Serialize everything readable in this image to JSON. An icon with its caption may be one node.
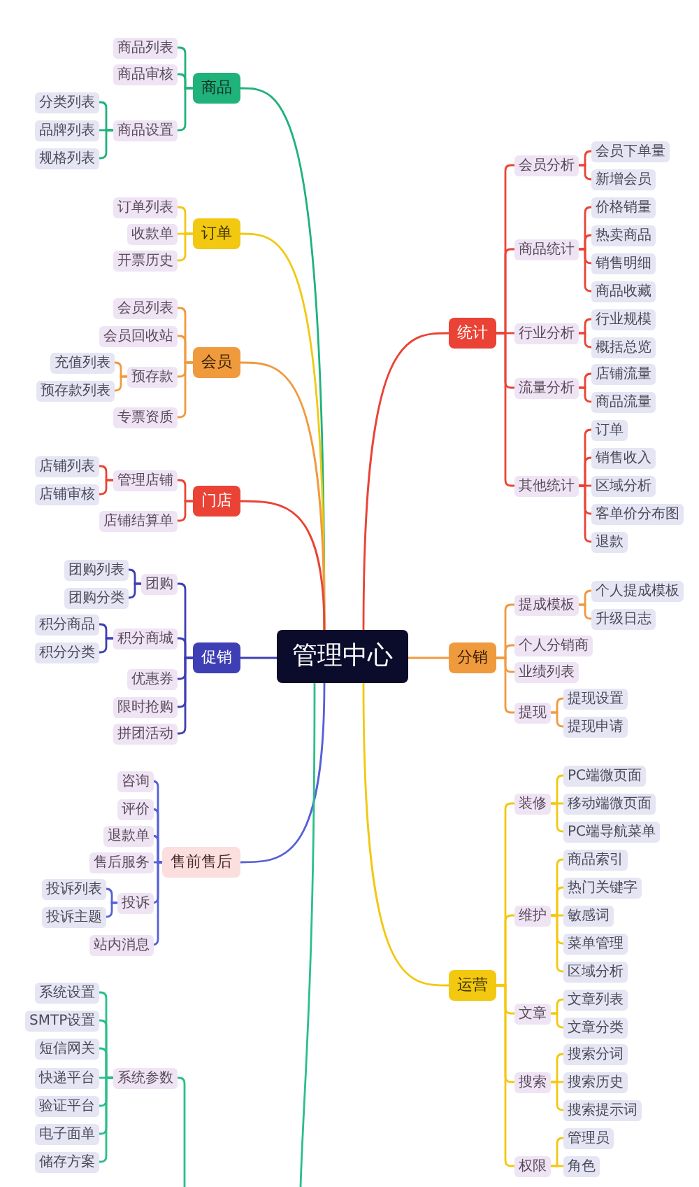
{
  "diagram": {
    "nodes": [
      {
        "text": [
          "管理中心"
        ]
      },
      {
        "text": [
          "商品"
        ]
      },
      {
        "text": [
          "商品列表"
        ]
      },
      {
        "text": [
          "商品审核"
        ]
      },
      {
        "text": [
          "商品设置"
        ]
      },
      {
        "text": [
          "分类列表"
        ]
      },
      {
        "text": [
          "品牌列表"
        ]
      },
      {
        "text": [
          "规格列表"
        ]
      },
      {
        "text": [
          "订单"
        ]
      },
      {
        "text": [
          "订单列表"
        ]
      },
      {
        "text": [
          "收款单"
        ]
      },
      {
        "text": [
          "开票历史"
        ]
      },
      {
        "text": [
          "会员"
        ]
      },
      {
        "text": [
          "会员列表"
        ]
      },
      {
        "text": [
          "会员回收站"
        ]
      },
      {
        "text": [
          "预存款"
        ]
      },
      {
        "text": [
          "充值列表"
        ]
      },
      {
        "text": [
          "预存款列表"
        ]
      },
      {
        "text": [
          "专票资质"
        ]
      },
      {
        "text": [
          "门店"
        ]
      },
      {
        "text": [
          "管理店铺"
        ]
      },
      {
        "text": [
          "店铺列表"
        ]
      },
      {
        "text": [
          "店铺审核"
        ]
      },
      {
        "text": [
          "店铺结算单"
        ]
      },
      {
        "text": [
          "促销"
        ]
      },
      {
        "text": [
          "团购"
        ]
      },
      {
        "text": [
          "团购列表"
        ]
      },
      {
        "text": [
          "团购分类"
        ]
      },
      {
        "text": [
          "积分商城"
        ]
      },
      {
        "text": [
          "积分商品"
        ]
      },
      {
        "text": [
          "积分分类"
        ]
      },
      {
        "text": [
          "优惠券"
        ]
      },
      {
        "text": [
          "限时抢购"
        ]
      },
      {
        "text": [
          "拼团活动"
        ]
      },
      {
        "text": [
          "售前售后"
        ]
      },
      {
        "text": [
          "咨询"
        ]
      },
      {
        "text": [
          "评价"
        ]
      },
      {
        "text": [
          "退款单"
        ]
      },
      {
        "text": [
          "售后服务"
        ]
      },
      {
        "text": [
          "投诉"
        ]
      },
      {
        "text": [
          "投诉列表"
        ]
      },
      {
        "text": [
          "投诉主题"
        ]
      },
      {
        "text": [
          "站内消息"
        ]
      },
      {
        "text": [
          "系统参数"
        ]
      },
      {
        "text": [
          "系统设置"
        ]
      },
      {
        "text": [
          "SMTP设置"
        ]
      },
      {
        "text": [
          "短信网关"
        ]
      },
      {
        "text": [
          "快递平台"
        ]
      },
      {
        "text": [
          "验证平台"
        ]
      },
      {
        "text": [
          "电子面单"
        ]
      },
      {
        "text": [
          "储存方案"
        ]
      },
      {
        "text": [
          "统计"
        ]
      },
      {
        "text": [
          "会员分析"
        ]
      },
      {
        "text": [
          "会员下单量"
        ]
      },
      {
        "text": [
          "新增会员"
        ]
      },
      {
        "text": [
          "商品统计"
        ]
      },
      {
        "text": [
          "价格销量"
        ]
      },
      {
        "text": [
          "热卖商品"
        ]
      },
      {
        "text": [
          "销售明细"
        ]
      },
      {
        "text": [
          "商品收藏"
        ]
      },
      {
        "text": [
          "行业分析"
        ]
      },
      {
        "text": [
          "行业规模"
        ]
      },
      {
        "text": [
          "概括总览"
        ]
      },
      {
        "text": [
          "流量分析"
        ]
      },
      {
        "text": [
          "店铺流量"
        ]
      },
      {
        "text": [
          "商品流量"
        ]
      },
      {
        "text": [
          "其他统计"
        ]
      },
      {
        "text": [
          "订单"
        ]
      },
      {
        "text": [
          "销售收入"
        ]
      },
      {
        "text": [
          "区域分析"
        ]
      },
      {
        "text": [
          "客单价分布图"
        ]
      },
      {
        "text": [
          "退款"
        ]
      },
      {
        "text": [
          "分销"
        ]
      },
      {
        "text": [
          "提成模板"
        ]
      },
      {
        "text": [
          "个人提成模板"
        ]
      },
      {
        "text": [
          "升级日志"
        ]
      },
      {
        "text": [
          "个人分销商"
        ]
      },
      {
        "text": [
          "业绩列表"
        ]
      },
      {
        "text": [
          "提现"
        ]
      },
      {
        "text": [
          "提现设置"
        ]
      },
      {
        "text": [
          "提现申请"
        ]
      },
      {
        "text": [
          "运营"
        ]
      },
      {
        "text": [
          "装修"
        ]
      },
      {
        "text": [
          "PC端微页面"
        ]
      },
      {
        "text": [
          "移动端微页面"
        ]
      },
      {
        "text": [
          "PC端导航菜单"
        ]
      },
      {
        "text": [
          "维护"
        ]
      },
      {
        "text": [
          "商品索引"
        ]
      },
      {
        "text": [
          "热门关键字"
        ]
      },
      {
        "text": [
          "敏感词"
        ]
      },
      {
        "text": [
          "菜单管理"
        ]
      },
      {
        "text": [
          "区域分析"
        ]
      },
      {
        "text": [
          "文章"
        ]
      },
      {
        "text": [
          "文章列表"
        ]
      },
      {
        "text": [
          "文章分类"
        ]
      },
      {
        "text": [
          "搜索"
        ]
      },
      {
        "text": [
          "搜索分词"
        ]
      },
      {
        "text": [
          "搜索历史"
        ]
      },
      {
        "text": [
          "搜索提示词"
        ]
      },
      {
        "text": [
          "权限"
        ]
      },
      {
        "text": [
          "管理员"
        ]
      },
      {
        "text": [
          "角色"
        ]
      }
    ],
    "edges": [
      {
        "from": 0,
        "to": 1,
        "arrow": "none",
        "color": "#1fb27a"
      },
      {
        "from": 0,
        "to": 8,
        "arrow": "none",
        "color": "#f2c811"
      },
      {
        "from": 0,
        "to": 12,
        "arrow": "none",
        "color": "#f09a3e"
      },
      {
        "from": 0,
        "to": 19,
        "arrow": "none",
        "color": "#ea4335"
      },
      {
        "from": 0,
        "to": 24,
        "arrow": "none",
        "color": "#3f3fb5"
      },
      {
        "from": 0,
        "to": 34,
        "arrow": "none",
        "color": "#5560d8"
      },
      {
        "from": 0,
        "to": null,
        "arrow": "none",
        "color": "#2bbf8a"
      },
      {
        "from": 0,
        "to": 51,
        "arrow": "none",
        "color": "#ea4335"
      },
      {
        "from": 0,
        "to": 72,
        "arrow": "none",
        "color": "#f09a3e"
      },
      {
        "from": 0,
        "to": 81,
        "arrow": "none",
        "color": "#f2c811"
      },
      {
        "from": 1,
        "to": 2,
        "arrow": "none",
        "color": "#1fb27a"
      },
      {
        "from": 1,
        "to": 3,
        "arrow": "none",
        "color": "#1fb27a"
      },
      {
        "from": 1,
        "to": 4,
        "arrow": "none",
        "color": "#1fb27a"
      },
      {
        "from": 4,
        "to": 5,
        "arrow": "none",
        "color": "#1fb27a"
      },
      {
        "from": 4,
        "to": 6,
        "arrow": "none",
        "color": "#1fb27a"
      },
      {
        "from": 4,
        "to": 7,
        "arrow": "none",
        "color": "#1fb27a"
      },
      {
        "from": 8,
        "to": 9,
        "arrow": "none",
        "color": "#f2c811"
      },
      {
        "from": 8,
        "to": 10,
        "arrow": "none",
        "color": "#f2c811"
      },
      {
        "from": 8,
        "to": 11,
        "arrow": "none",
        "color": "#f2c811"
      },
      {
        "from": 12,
        "to": 13,
        "arrow": "none",
        "color": "#f09a3e"
      },
      {
        "from": 12,
        "to": 14,
        "arrow": "none",
        "color": "#f09a3e"
      },
      {
        "from": 12,
        "to": 15,
        "arrow": "none",
        "color": "#f09a3e"
      },
      {
        "from": 15,
        "to": 16,
        "arrow": "none",
        "color": "#f09a3e"
      },
      {
        "from": 15,
        "to": 17,
        "arrow": "none",
        "color": "#f09a3e"
      },
      {
        "from": 12,
        "to": 18,
        "arrow": "none",
        "color": "#f09a3e"
      },
      {
        "from": 19,
        "to": 20,
        "arrow": "none",
        "color": "#ea4335"
      },
      {
        "from": 20,
        "to": 21,
        "arrow": "none",
        "color": "#ea4335"
      },
      {
        "from": 20,
        "to": 22,
        "arrow": "none",
        "color": "#ea4335"
      },
      {
        "from": 19,
        "to": 23,
        "arrow": "none",
        "color": "#ea4335"
      },
      {
        "from": 24,
        "to": 25,
        "arrow": "none",
        "color": "#3f3fb5"
      },
      {
        "from": 25,
        "to": 26,
        "arrow": "none",
        "color": "#3f3fb5"
      },
      {
        "from": 25,
        "to": 27,
        "arrow": "none",
        "color": "#3f3fb5"
      },
      {
        "from": 24,
        "to": 28,
        "arrow": "none",
        "color": "#3f3fb5"
      },
      {
        "from": 28,
        "to": 29,
        "arrow": "none",
        "color": "#3f3fb5"
      },
      {
        "from": 28,
        "to": 30,
        "arrow": "none",
        "color": "#3f3fb5"
      },
      {
        "from": 24,
        "to": 31,
        "arrow": "none",
        "color": "#3f3fb5"
      },
      {
        "from": 24,
        "to": 32,
        "arrow": "none",
        "color": "#3f3fb5"
      },
      {
        "from": 24,
        "to": 33,
        "arrow": "none",
        "color": "#3f3fb5"
      },
      {
        "from": 34,
        "to": 35,
        "arrow": "none",
        "color": "#5560d8"
      },
      {
        "from": 34,
        "to": 36,
        "arrow": "none",
        "color": "#5560d8"
      },
      {
        "from": 34,
        "to": 37,
        "arrow": "none",
        "color": "#5560d8"
      },
      {
        "from": 34,
        "to": 38,
        "arrow": "none",
        "color": "#5560d8"
      },
      {
        "from": 34,
        "to": 39,
        "arrow": "none",
        "color": "#5560d8"
      },
      {
        "from": 39,
        "to": 40,
        "arrow": "none",
        "color": "#5560d8"
      },
      {
        "from": 39,
        "to": 41,
        "arrow": "none",
        "color": "#5560d8"
      },
      {
        "from": 34,
        "to": 42,
        "arrow": "none",
        "color": "#5560d8"
      },
      {
        "from": null,
        "to": 43,
        "arrow": "none",
        "color": "#2bbf8a"
      },
      {
        "from": 43,
        "to": 44,
        "arrow": "none",
        "color": "#2bbf8a"
      },
      {
        "from": 43,
        "to": 45,
        "arrow": "none",
        "color": "#2bbf8a"
      },
      {
        "from": 43,
        "to": 46,
        "arrow": "none",
        "color": "#2bbf8a"
      },
      {
        "from": 43,
        "to": 47,
        "arrow": "none",
        "color": "#2bbf8a"
      },
      {
        "from": 43,
        "to": 48,
        "arrow": "none",
        "color": "#2bbf8a"
      },
      {
        "from": 43,
        "to": 49,
        "arrow": "none",
        "color": "#2bbf8a"
      },
      {
        "from": 43,
        "to": 50,
        "arrow": "none",
        "color": "#2bbf8a"
      },
      {
        "from": 51,
        "to": 52,
        "arrow": "none",
        "color": "#ea4335"
      },
      {
        "from": 52,
        "to": 53,
        "arrow": "none",
        "color": "#ea4335"
      },
      {
        "from": 52,
        "to": 54,
        "arrow": "none",
        "color": "#ea4335"
      },
      {
        "from": 51,
        "to": 55,
        "arrow": "none",
        "color": "#ea4335"
      },
      {
        "from": 55,
        "to": 56,
        "arrow": "none",
        "color": "#ea4335"
      },
      {
        "from": 55,
        "to": 57,
        "arrow": "none",
        "color": "#ea4335"
      },
      {
        "from": 55,
        "to": 58,
        "arrow": "none",
        "color": "#ea4335"
      },
      {
        "from": 55,
        "to": 59,
        "arrow": "none",
        "color": "#ea4335"
      },
      {
        "from": 51,
        "to": 60,
        "arrow": "none",
        "color": "#ea4335"
      },
      {
        "from": 60,
        "to": 61,
        "arrow": "none",
        "color": "#ea4335"
      },
      {
        "from": 60,
        "to": 62,
        "arrow": "none",
        "color": "#ea4335"
      },
      {
        "from": 51,
        "to": 63,
        "arrow": "none",
        "color": "#ea4335"
      },
      {
        "from": 63,
        "to": 64,
        "arrow": "none",
        "color": "#ea4335"
      },
      {
        "from": 63,
        "to": 65,
        "arrow": "none",
        "color": "#ea4335"
      },
      {
        "from": 51,
        "to": 66,
        "arrow": "none",
        "color": "#ea4335"
      },
      {
        "from": 66,
        "to": 67,
        "arrow": "none",
        "color": "#ea4335"
      },
      {
        "from": 66,
        "to": 68,
        "arrow": "none",
        "color": "#ea4335"
      },
      {
        "from": 66,
        "to": 69,
        "arrow": "none",
        "color": "#ea4335"
      },
      {
        "from": 66,
        "to": 70,
        "arrow": "none",
        "color": "#ea4335"
      },
      {
        "from": 66,
        "to": 71,
        "arrow": "none",
        "color": "#ea4335"
      },
      {
        "from": 72,
        "to": 73,
        "arrow": "none",
        "color": "#f09a3e"
      },
      {
        "from": 73,
        "to": 74,
        "arrow": "none",
        "color": "#f09a3e"
      },
      {
        "from": 73,
        "to": 75,
        "arrow": "none",
        "color": "#f09a3e"
      },
      {
        "from": 72,
        "to": 76,
        "arrow": "none",
        "color": "#f09a3e"
      },
      {
        "from": 72,
        "to": 77,
        "arrow": "none",
        "color": "#f09a3e"
      },
      {
        "from": 72,
        "to": 78,
        "arrow": "none",
        "color": "#f09a3e"
      },
      {
        "from": 78,
        "to": 79,
        "arrow": "none",
        "color": "#f09a3e"
      },
      {
        "from": 78,
        "to": 80,
        "arrow": "none",
        "color": "#f09a3e"
      },
      {
        "from": 81,
        "to": 82,
        "arrow": "none",
        "color": "#f2c811"
      },
      {
        "from": 82,
        "to": 83,
        "arrow": "none",
        "color": "#f2c811"
      },
      {
        "from": 82,
        "to": 84,
        "arrow": "none",
        "color": "#f2c811"
      },
      {
        "from": 82,
        "to": 85,
        "arrow": "none",
        "color": "#f2c811"
      },
      {
        "from": 81,
        "to": 86,
        "arrow": "none",
        "color": "#f2c811"
      },
      {
        "from": 86,
        "to": 87,
        "arrow": "none",
        "color": "#f2c811"
      },
      {
        "from": 86,
        "to": 88,
        "arrow": "none",
        "color": "#f2c811"
      },
      {
        "from": 86,
        "to": 89,
        "arrow": "none",
        "color": "#f2c811"
      },
      {
        "from": 86,
        "to": 90,
        "arrow": "none",
        "color": "#f2c811"
      },
      {
        "from": 86,
        "to": 91,
        "arrow": "none",
        "color": "#f2c811"
      },
      {
        "from": 81,
        "to": 92,
        "arrow": "none",
        "color": "#f2c811"
      },
      {
        "from": 92,
        "to": 93,
        "arrow": "none",
        "color": "#f2c811"
      },
      {
        "from": 92,
        "to": 94,
        "arrow": "none",
        "color": "#f2c811"
      },
      {
        "from": 81,
        "to": 95,
        "arrow": "none",
        "color": "#f2c811"
      },
      {
        "from": 95,
        "to": 96,
        "arrow": "none",
        "color": "#f2c811"
      },
      {
        "from": 95,
        "to": 97,
        "arrow": "none",
        "color": "#f2c811"
      },
      {
        "from": 95,
        "to": 98,
        "arrow": "none",
        "color": "#f2c811"
      },
      {
        "from": 81,
        "to": 99,
        "arrow": "none",
        "color": "#f2c811"
      },
      {
        "from": 99,
        "to": 100,
        "arrow": "none",
        "color": "#f2c811"
      },
      {
        "from": 99,
        "to": 101,
        "arrow": "none",
        "color": "#f2c811"
      }
    ]
  }
}
